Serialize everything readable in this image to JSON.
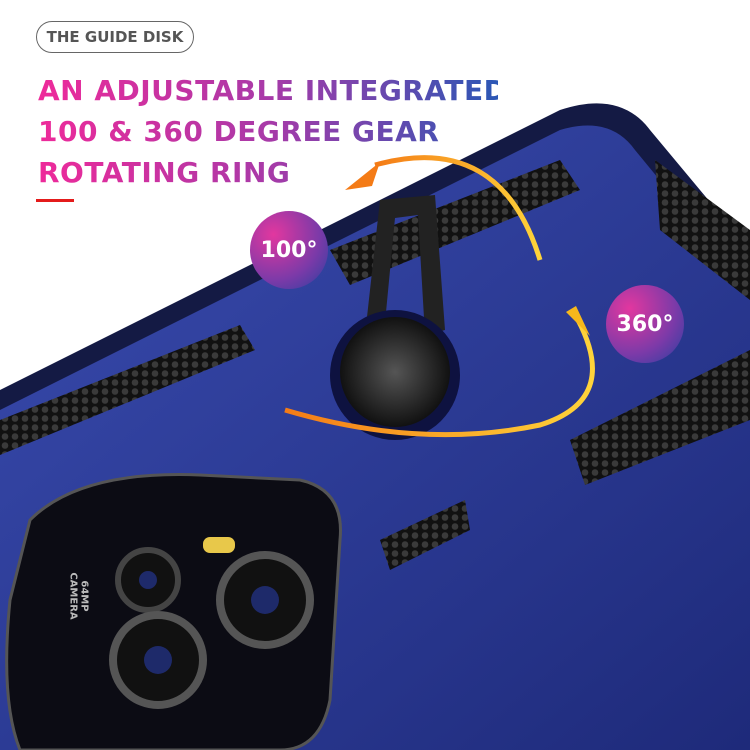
{
  "tag_label": "THE GUIDE DISK",
  "headline": [
    "AN ADJUSTABLE INTEGRATED",
    "100 & 360 DEGREE GEAR",
    "ROTATING RING"
  ],
  "badges": {
    "left": "100°",
    "right": "360°"
  },
  "camera_text": [
    "64MP",
    "CAMERA"
  ],
  "colors": {
    "case": "#2a3a9a",
    "accent_red": "#e41b1b",
    "arrow": "#f7a81b"
  }
}
